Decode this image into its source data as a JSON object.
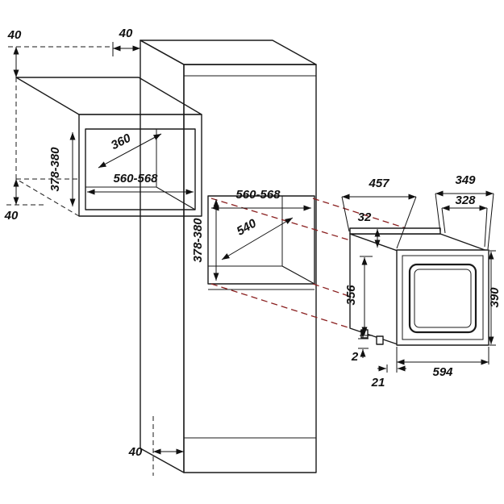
{
  "diagram": {
    "clearances": {
      "top_left": "40",
      "top_center": "40",
      "bottom_left": "40",
      "plinth": "40"
    },
    "wall_unit": {
      "niche_depth": "360",
      "niche_width": "560-568",
      "niche_height": "378-380"
    },
    "tall_unit": {
      "niche_width": "560-568",
      "niche_depth": "540",
      "niche_height": "378-380"
    },
    "appliance": {
      "depth_total": "457",
      "depth_upper": "349",
      "depth_body": "328",
      "top_step": "32",
      "front_height": "390",
      "body_height": "356",
      "front_width": "594",
      "foot_gap": "2",
      "flange_overlap": "21"
    },
    "colors": {
      "line": "#1a1a1a",
      "projection": "#8a1f1f",
      "niche_back": "#b4b4b4",
      "niche_side": "#c8c8c8",
      "niche_floor": "#dedede"
    }
  }
}
